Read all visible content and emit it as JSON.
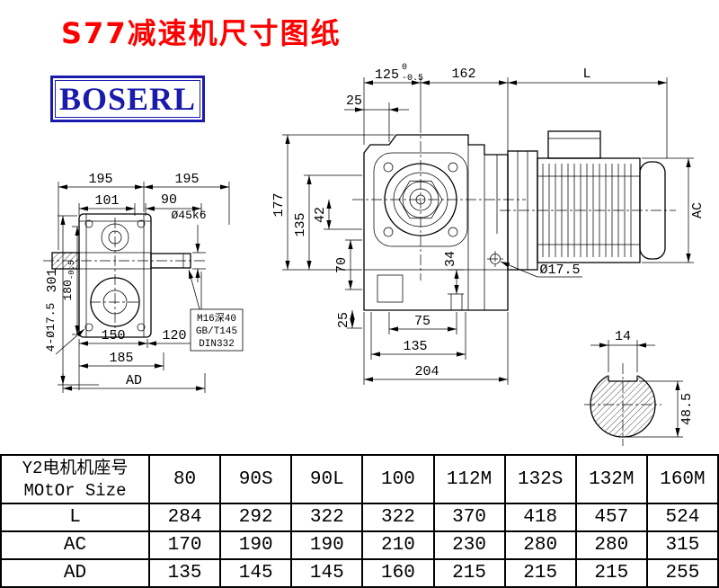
{
  "title": {
    "text": "S77减速机尺寸图纸",
    "color": "#fe0000"
  },
  "logo": {
    "text": "BOSERL",
    "color": "#1a1aad"
  },
  "left_view": {
    "top_width_a": "195",
    "top_width_b": "195",
    "width_101": "101",
    "width_90": "90",
    "shaft_dia": "Ø45k6",
    "height_301": "301",
    "height_180": "180",
    "height_180_tol": "-0.5",
    "holes_label": "4-Ø17.5",
    "width_150": "150",
    "width_120": "120",
    "width_185": "185",
    "width_ad": "AD",
    "thread_note": [
      "M16深40",
      "GB/T145",
      "DIN332"
    ]
  },
  "main_view": {
    "tol_high": "0",
    "width_125": "125",
    "tol_low": "-0.5",
    "width_162": "162",
    "motor_length": "L",
    "offset_25_top": "25",
    "height_177": "177",
    "height_135": "135",
    "height_42": "42",
    "height_70": "70",
    "height_34": "34",
    "height_25_bottom": "25",
    "width_75": "75",
    "width_135_bottom": "135",
    "width_204": "204",
    "hole_dia": "Ø17.5",
    "motor_diameter": "AC"
  },
  "shaft_view": {
    "key_width": "14",
    "flat_height": "48.5"
  },
  "table": {
    "header_line1": "Y2电机机座号",
    "header_line2": "MOtOr Size",
    "columns": [
      "80",
      "90S",
      "90L",
      "100",
      "112M",
      "132S",
      "132M",
      "160M"
    ],
    "rows": [
      {
        "label": "L",
        "values": [
          "284",
          "292",
          "322",
          "322",
          "370",
          "418",
          "457",
          "524"
        ]
      },
      {
        "label": "AC",
        "values": [
          "170",
          "190",
          "190",
          "210",
          "230",
          "280",
          "280",
          "315"
        ]
      },
      {
        "label": "AD",
        "values": [
          "135",
          "145",
          "145",
          "160",
          "215",
          "215",
          "215",
          "255"
        ]
      }
    ]
  }
}
